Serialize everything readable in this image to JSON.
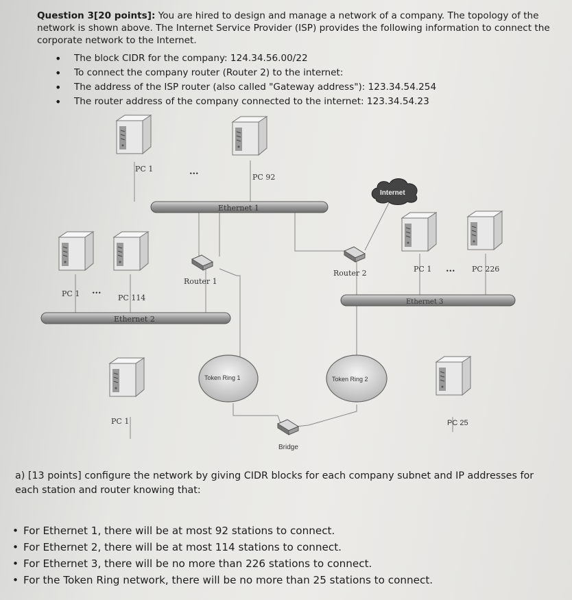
{
  "question": {
    "heading": "Question 3[20 points]:",
    "intro": " You are hired to design and manage a network of a company. The topology of the network is shown above. The Internet Service Provider (ISP) provides the following information to connect the corporate network to the Internet.",
    "bullets": [
      "The block CIDR for the company: 124.34.56.00/22",
      "To connect the company router (Router 2) to the internet:",
      "The address of the ISP router (also called \"Gateway address\"): 123.34.54.254",
      "The router address of the company connected to the internet: 123.34.54.23"
    ]
  },
  "diagram": {
    "labels": {
      "pc1_eth1": "PC 1",
      "dots_eth1": "...",
      "pc92": "PC 92",
      "ethernet1": "Ethernet 1",
      "internet": "Internet",
      "router1": "Router 1",
      "router2": "Router 2",
      "pc1_eth3": "PC 1",
      "dots_eth3": "...",
      "pc226": "PC 226",
      "ethernet3": "Ethernet 3",
      "pc1_eth2": "PC 1",
      "dots_eth2": "...",
      "pc114": "PC 114",
      "ethernet2": "Ethernet 2",
      "token_ring1": "Token Ring 1",
      "token_ring2": "Token Ring 2",
      "pc1_tr": "PC 1",
      "pc25": "PC 25",
      "bridge": "Bridge"
    }
  },
  "part_a": {
    "text": "a) [13 points] configure the network by giving CIDR blocks for each company subnet and IP addresses for each station and router knowing that:",
    "requirements": [
      "For Ethernet 1, there will be at most 92 stations to connect.",
      "For Ethernet 2, there will be at most 114 stations to connect.",
      "For Ethernet 3, there will be no more than 226 stations to connect.",
      "For the Token Ring network, there will be no more than 25 stations to connect."
    ]
  }
}
